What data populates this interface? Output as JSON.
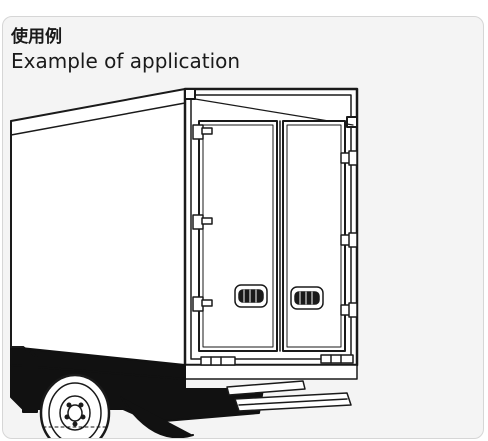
{
  "heading": {
    "title_jp": "使用例",
    "title_en": "Example of application"
  },
  "illustration": {
    "subject": "truck-rear-doors",
    "stroke_color": "#1a1a1a",
    "fill_color": "#ffffff",
    "dark_fill": "#111111",
    "panel_background": "#f4f4f4"
  }
}
